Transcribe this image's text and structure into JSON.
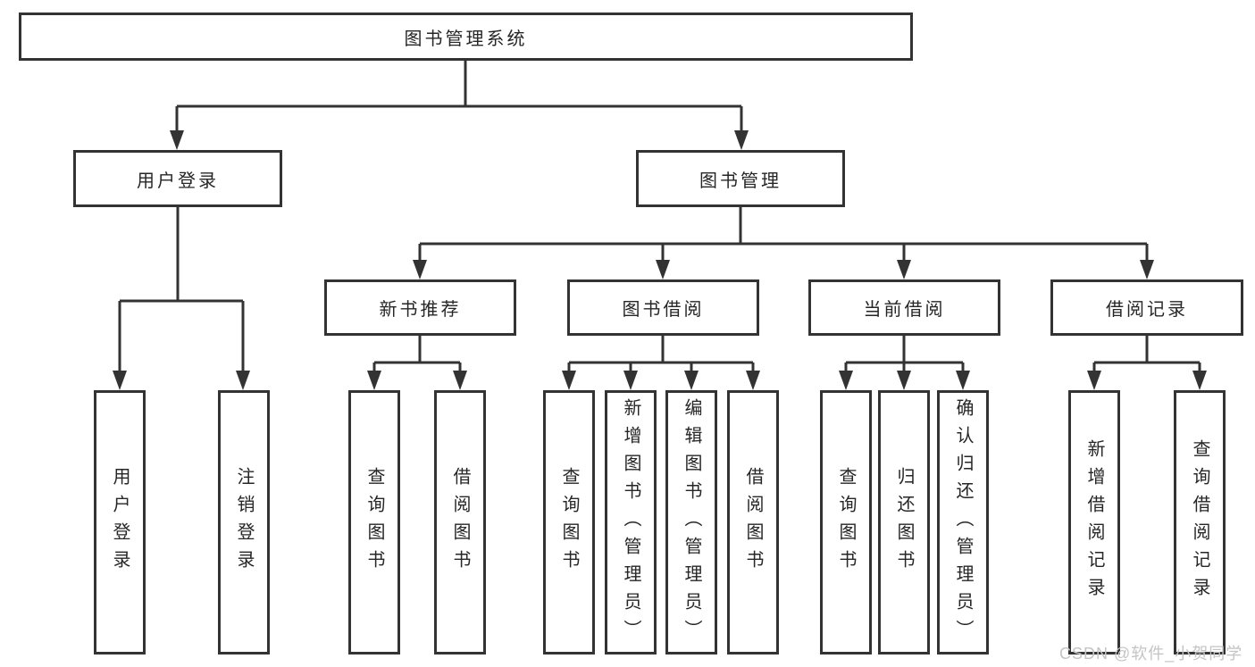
{
  "diagram": {
    "title": "图书管理系统",
    "branches": {
      "login": {
        "label": "用户登录",
        "children": [
          "用户登录",
          "注销登录"
        ]
      },
      "manage": {
        "label": "图书管理",
        "groups": [
          {
            "label": "新书推荐",
            "children": [
              "查询图书",
              "借阅图书"
            ]
          },
          {
            "label": "图书借阅",
            "children": [
              "查询图书",
              "新增图书（管理员）",
              "编辑图书（管理员）",
              "借阅图书"
            ]
          },
          {
            "label": "当前借阅",
            "children": [
              "查询图书",
              "归还图书",
              "确认归还（管理员）"
            ]
          },
          {
            "label": "借阅记录",
            "children": [
              "新增借阅记录",
              "查询借阅记录"
            ]
          }
        ]
      }
    }
  },
  "watermark": "CSDN @软件_小贺同学",
  "colors": {
    "line": "#333333",
    "text": "#262626",
    "background": "#ffffff",
    "watermark": "#c4c4c4"
  }
}
